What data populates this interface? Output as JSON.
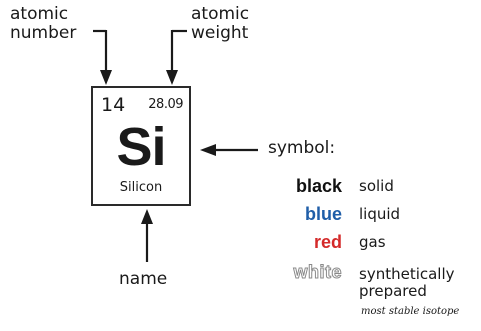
{
  "labels": {
    "atomic_number_line1": "atomic",
    "atomic_number_line2": "number",
    "atomic_weight_line1": "atomic",
    "atomic_weight_line2": "weight",
    "symbol": "symbol:",
    "name": "name"
  },
  "element": {
    "number": "14",
    "weight": "28.09",
    "symbol": "Si",
    "name": "Silicon"
  },
  "legend": {
    "items": [
      {
        "key": "black",
        "color": "#111111",
        "description": "solid"
      },
      {
        "key": "blue",
        "color": "#1f5ea8",
        "description": "liquid"
      },
      {
        "key": "red",
        "color": "#d42a2a",
        "description": "gas"
      },
      {
        "key": "white",
        "color": "#ffffff",
        "description_line1": "synthetically",
        "description_line2": "prepared"
      }
    ],
    "footnote": "most stable isotope"
  },
  "colors": {
    "text": "#1a1a1a",
    "border": "#2a2a2a",
    "blue": "#1f5ea8",
    "red": "#d42a2a"
  }
}
